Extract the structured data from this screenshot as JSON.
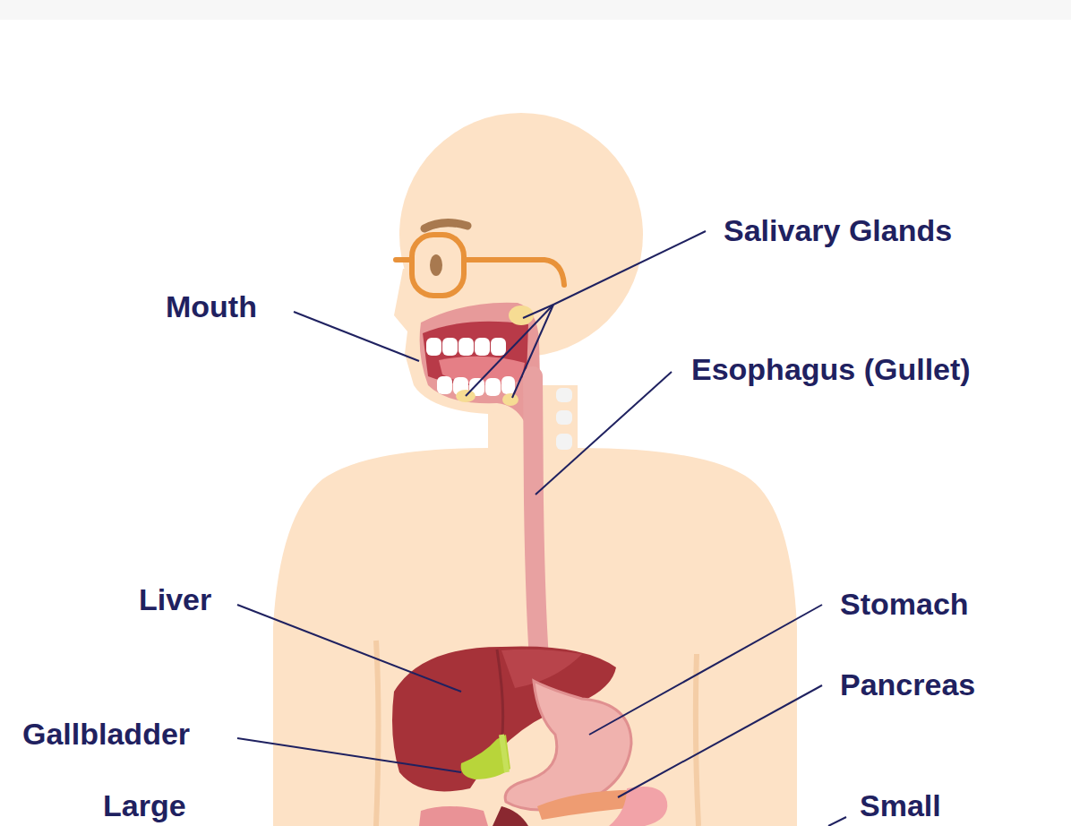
{
  "diagram": {
    "labels": [
      "Salivary Glands",
      "Mouth",
      "Esophagus (Gullet)",
      "Liver",
      "Stomach",
      "Pancreas",
      "Gallbladder",
      "Large",
      "Small"
    ]
  }
}
